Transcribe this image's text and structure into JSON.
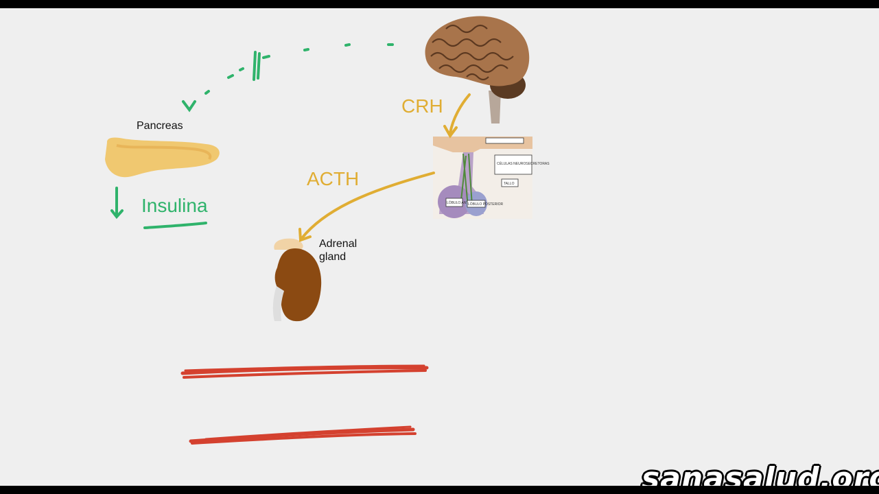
{
  "labels": {
    "pancreas": "Pancreas",
    "insulina": "Insulina",
    "crh": "CRH",
    "acth": "ACTH",
    "adrenal": "Adrenal gland"
  },
  "pituitary_box_labels": {
    "top": "",
    "right": "CÉLULAS NEUROSECRETORAS",
    "stalk": "TALLO",
    "left": "LÓBULO ANTERIOR",
    "bottom": "LÓBULO POSTERIOR"
  },
  "watermark": "sanasalud.org",
  "colors": {
    "hormone_arrow": "#e0ad33",
    "insulin_green": "#2fb36b",
    "marker_red": "#d4412f",
    "background": "#efefef"
  },
  "icons": [
    "brain-icon",
    "pituitary-icon",
    "pancreas-icon",
    "adrenal-kidney-icon"
  ]
}
